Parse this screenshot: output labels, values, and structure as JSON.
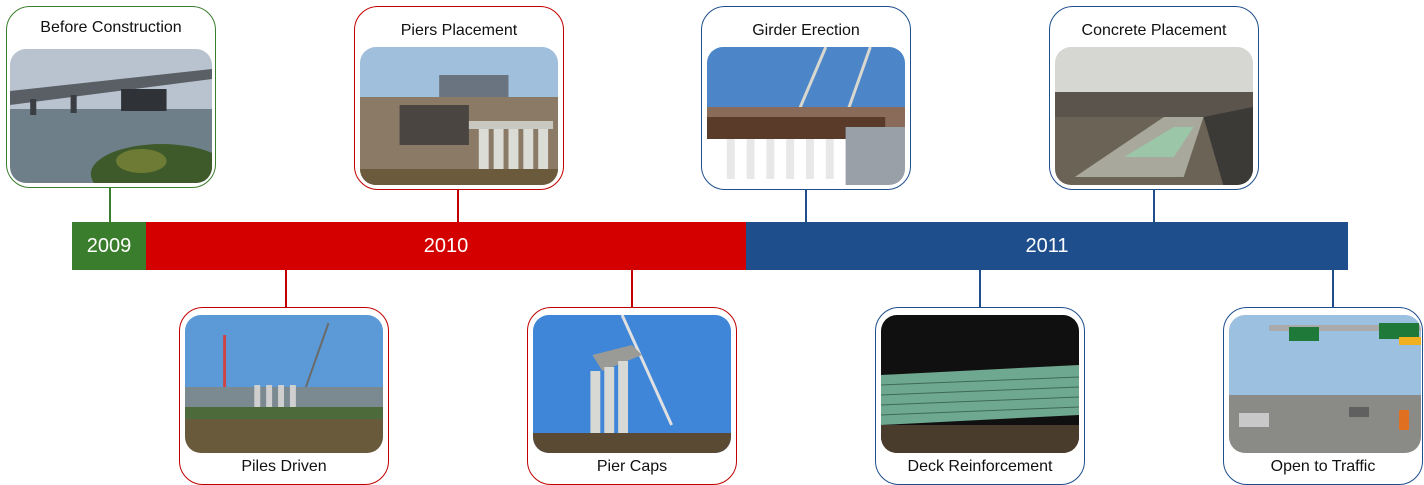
{
  "timeline": {
    "years": [
      {
        "label": "2009",
        "color": "#3a7d2c"
      },
      {
        "label": "2010",
        "color": "#d40000"
      },
      {
        "label": "2011",
        "color": "#1f4e8c"
      }
    ]
  },
  "milestones": [
    {
      "label": "Before Construction",
      "year": "2009",
      "photo": "bridge-river-photo"
    },
    {
      "label": "Piers Placement",
      "year": "2010",
      "photo": "pier-columns-photo"
    },
    {
      "label": "Piles Driven",
      "year": "2010",
      "photo": "pile-driving-crane-photo"
    },
    {
      "label": "Pier Caps",
      "year": "2010",
      "photo": "pier-cap-crane-photo"
    },
    {
      "label": "Girder Erection",
      "year": "2011",
      "photo": "steel-girders-photo"
    },
    {
      "label": "Concrete Placement",
      "year": "2011",
      "photo": "bridge-deck-concrete-photo"
    },
    {
      "label": "Deck Reinforcement",
      "year": "2011",
      "photo": "rebar-deck-night-photo"
    },
    {
      "label": "Open to Traffic",
      "year": "2011",
      "photo": "highway-traffic-photo"
    }
  ]
}
